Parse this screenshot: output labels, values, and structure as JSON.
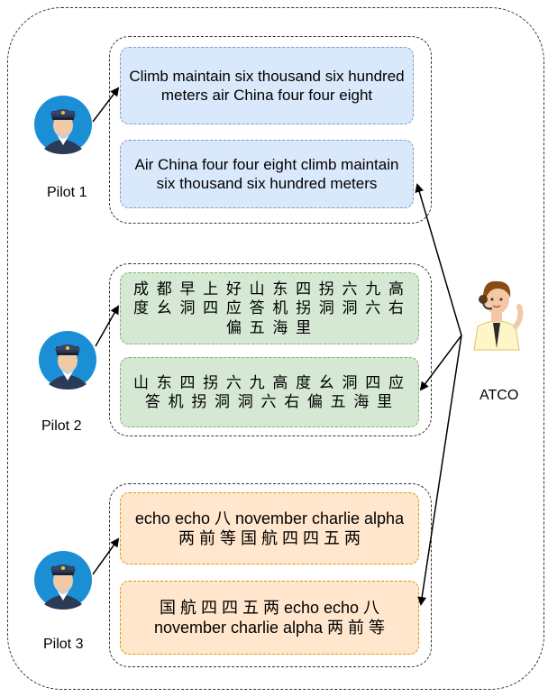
{
  "pilots": [
    {
      "label": "Pilot 1"
    },
    {
      "label": "Pilot 2"
    },
    {
      "label": "Pilot 3"
    }
  ],
  "atco": {
    "label": "ATCO"
  },
  "groups": [
    {
      "utterances": [
        "Climb maintain six thousand six hundred meters air China four four eight",
        "Air China four four eight climb maintain six thousand six hundred meters"
      ]
    },
    {
      "utterances": [
        "成 都 早 上 好 山 东 四 拐 六 九 高 度 幺 洞 四 应 答 机 拐 洞 洞 六 右 偏 五 海 里",
        "山 东 四 拐 六 九 高 度 幺 洞 四 应 答 机 拐 洞 洞 六 右 偏 五 海 里"
      ]
    },
    {
      "utterances": [
        "echo echo 八 november charlie alpha 两 前 等 国 航 四 四 五 两",
        "国 航 四 四 五 两 echo echo 八 november charlie alpha 两 前 等"
      ]
    }
  ],
  "colors": {
    "blue_fill": "#dae8fc",
    "green_fill": "#d5e8d4",
    "orange_fill": "#ffe6cc",
    "pilot_bg": "#1b8fd6"
  },
  "icons": [
    "pilot-avatar-icon",
    "atco-avatar-icon"
  ]
}
